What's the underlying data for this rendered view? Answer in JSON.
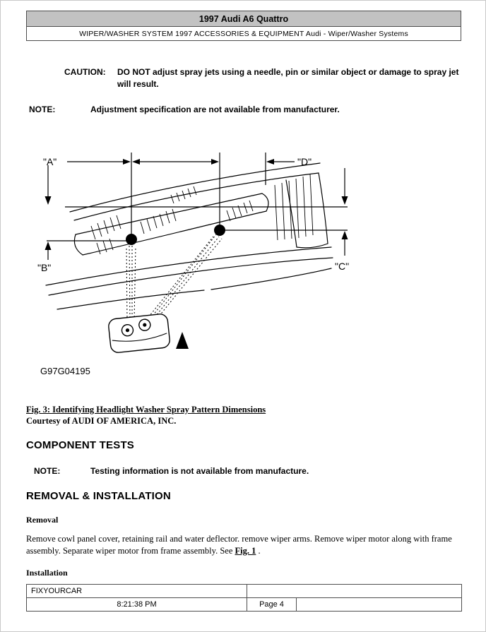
{
  "header": {
    "title": "1997 Audi A6 Quattro",
    "subtitle": "WIPER/WASHER SYSTEM 1997 ACCESSORIES & EQUIPMENT Audi - Wiper/Washer Systems"
  },
  "caution": {
    "label": "CAUTION:",
    "text": "DO NOT adjust spray jets using a needle, pin or similar object or damage to spray jet will result."
  },
  "note1": {
    "label": "NOTE:",
    "text": "Adjustment specification are not available from manufacturer."
  },
  "figure": {
    "labels": {
      "a": "\"A\"",
      "b": "\"B\"",
      "c": "\"C\"",
      "d": "\"D\""
    },
    "code": "G97G04195",
    "caption": "Fig. 3: Identifying Headlight Washer Spray Pattern Dimensions",
    "courtesy": "Courtesy of AUDI OF AMERICA, INC."
  },
  "sections": {
    "component_tests": {
      "heading": "COMPONENT TESTS",
      "note_label": "NOTE:",
      "note_text": "Testing information is not available from manufacture."
    },
    "removal_installation": {
      "heading": "REMOVAL & INSTALLATION",
      "removal_heading": "Removal",
      "removal_text_before": "Remove cowl panel cover, retaining rail and water deflector. remove wiper arms. Remove wiper motor along with frame assembly. Separate wiper motor from frame assembly. See ",
      "removal_link": "Fig. 1",
      "removal_text_after": " .",
      "installation_heading": "Installation"
    }
  },
  "footer": {
    "app": "FIXYOURCAR",
    "time": "8:21:38 PM",
    "page": "Page 4"
  }
}
